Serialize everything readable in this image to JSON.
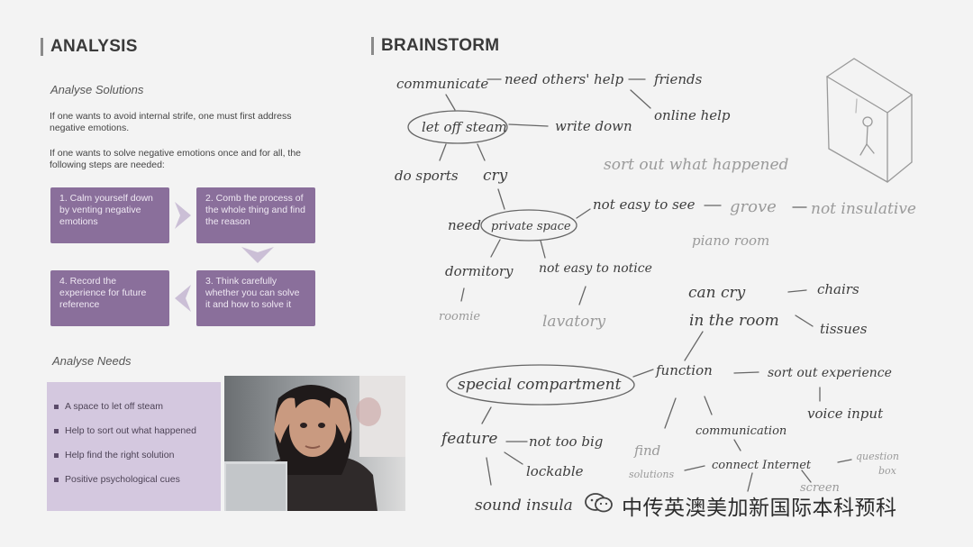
{
  "analysis": {
    "title": "ANALYSIS",
    "solutions_heading": "Analyse Solutions",
    "para1": "If one wants to avoid internal strife, one must first address negative emotions.",
    "para2": "If one wants to solve negative emotions once and for all, the following steps are needed:",
    "steps": [
      "1. Calm yourself down by venting negative emotions",
      "2. Comb the process of the whole thing and find the reason",
      "3. Think carefully whether you can solve it and how to solve it",
      "4. Record the experience for future reference"
    ],
    "needs_heading": "Analyse Needs",
    "needs": [
      "A space to let off steam",
      "Help to sort out what happened",
      "Help find the right solution",
      "Positive psychological cues"
    ]
  },
  "brainstorm": {
    "title": "BRAINSTORM",
    "words": {
      "communicate": "communicate",
      "need_help": "need others' help",
      "friends": "friends",
      "online_help": "online help",
      "let_off_steam": "let off steam",
      "write_down": "write down",
      "sort_out": "sort out what happened",
      "do_sports": "do sports",
      "cry": "cry",
      "need": "need",
      "private_space": "private space",
      "not_easy_to_see": "not easy to see",
      "grove": "grove",
      "not_insulative": "not insulative",
      "piano_room": "piano room",
      "dormitory": "dormitory",
      "not_easy_to_notice": "not easy to notice",
      "roomie": "roomie",
      "lavatory": "lavatory",
      "can_cry": "can cry",
      "in_the_room": "in the room",
      "chairs": "chairs",
      "tissues": "tissues",
      "special_compartment": "special compartment",
      "function": "function",
      "sort_out_experience": "sort out experience",
      "voice_input": "voice input",
      "communication": "communication",
      "find_solutions": "find",
      "solutions": "solutions",
      "connect_internet": "connect Internet",
      "question": "question",
      "box": "box",
      "screen": "screen",
      "feature": "feature",
      "not_too_big": "not too big",
      "lockable": "lockable",
      "sound_insulation": "sound insula"
    }
  },
  "watermark": "中传英澳美加新国际本科预科"
}
